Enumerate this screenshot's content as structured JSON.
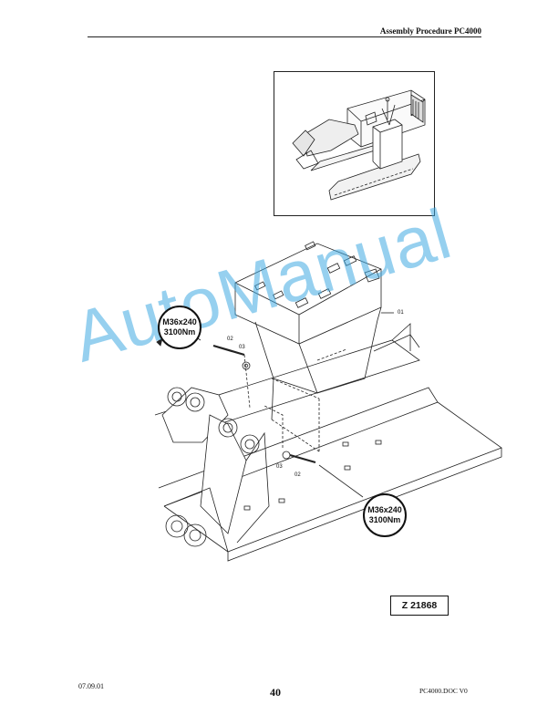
{
  "header": {
    "title": "Assembly Procedure PC4000"
  },
  "watermark": {
    "text": "AutoManual"
  },
  "torque_labels": [
    {
      "spec": "M36x240",
      "torque": "3100Nm"
    },
    {
      "spec": "M36x240",
      "torque": "3100Nm"
    }
  ],
  "callouts": {
    "c01": "01",
    "c02a": "02",
    "c03a": "03",
    "c02b": "02",
    "c03b": "03"
  },
  "drawing_ref": "Z 21868",
  "footer": {
    "date": "07.09.01",
    "page": "40",
    "doc": "PC4000.DOC V0"
  }
}
